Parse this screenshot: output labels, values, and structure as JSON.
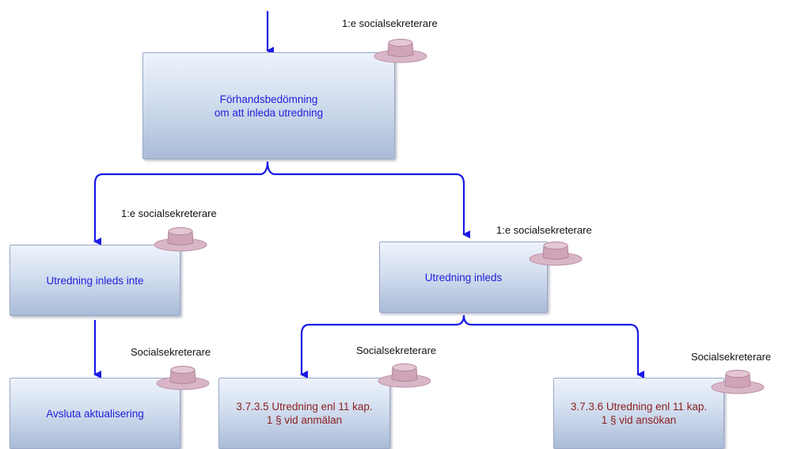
{
  "colors": {
    "arrow": "#1a1ae6",
    "label_blue": "#1f1fd8",
    "label_link": "#8b1e1e",
    "hat": "#d9b6c7"
  },
  "roles": {
    "first_secretary": "1:e socialsekreterare",
    "secretary": "Socialsekreterare"
  },
  "nodes": {
    "forhandsbedomning": [
      "Förhandsbedömning",
      "om att inleda utredning"
    ],
    "ej_inleds": [
      "Utredning inleds inte"
    ],
    "inleds": [
      "Utredning inleds"
    ],
    "avsluta": [
      "Avsluta aktualisering"
    ],
    "anmalan": [
      "3.7.3.5 Utredning enl 11 kap.",
      "1 § vid anmälan"
    ],
    "ansokan": [
      "3.7.3.6 Utredning enl 11 kap.",
      "1 § vid ansökan"
    ]
  },
  "icons": [
    "arrow-icon",
    "hat-icon"
  ]
}
